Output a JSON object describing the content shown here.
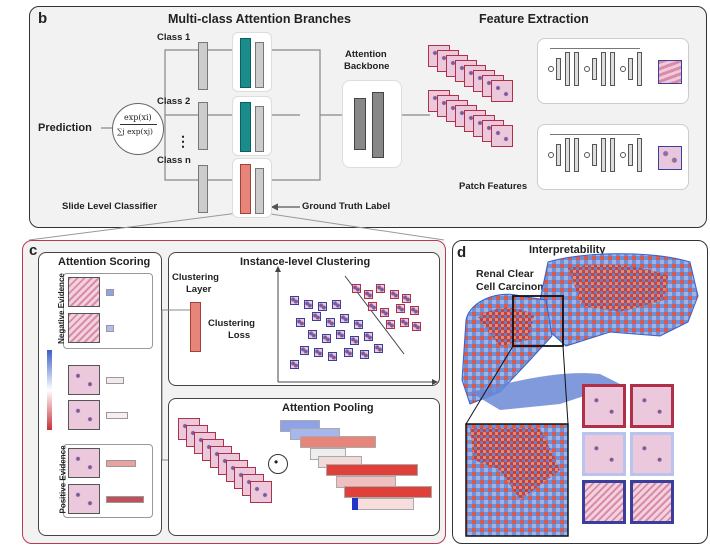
{
  "panels": {
    "b": {
      "letter": "b",
      "branches_title": "Multi-class Attention Branches",
      "feature_title": "Feature Extraction",
      "class1": "Class 1",
      "class2": "Class 2",
      "classn": "Class n",
      "dots": "⋮",
      "prediction": "Prediction",
      "softmax_num": "exp(xi)",
      "softmax_den": "∑j exp(xj)",
      "backbone_line1": "Attention",
      "backbone_line2": "Backbone",
      "patch_features": "Patch Features",
      "slide_classifier": "Slide Level Classifier",
      "ground_truth": "Ground Truth Label"
    },
    "c": {
      "letter": "c",
      "scoring_title": "Attention Scoring",
      "negative": "Negative Evidence",
      "positive": "Positive Evidence",
      "clustering_title": "Instance-level Clustering",
      "clustering_layer_1": "Clustering",
      "clustering_layer_2": "Layer",
      "clustering_loss_1": "Clustering",
      "clustering_loss_2": "Loss",
      "pooling_title": "Attention Pooling",
      "dot_symbol": "•"
    },
    "d": {
      "letter": "d",
      "title": "Interpretability",
      "tissue_1": "Renal Clear",
      "tissue_2": "Cell Carcinoma"
    }
  },
  "colors": {
    "teal": "#1a8c8c",
    "red_accent": "#c0314a",
    "blue_accent": "#3a3f9e",
    "gray_bar": "#9a9a9a"
  }
}
